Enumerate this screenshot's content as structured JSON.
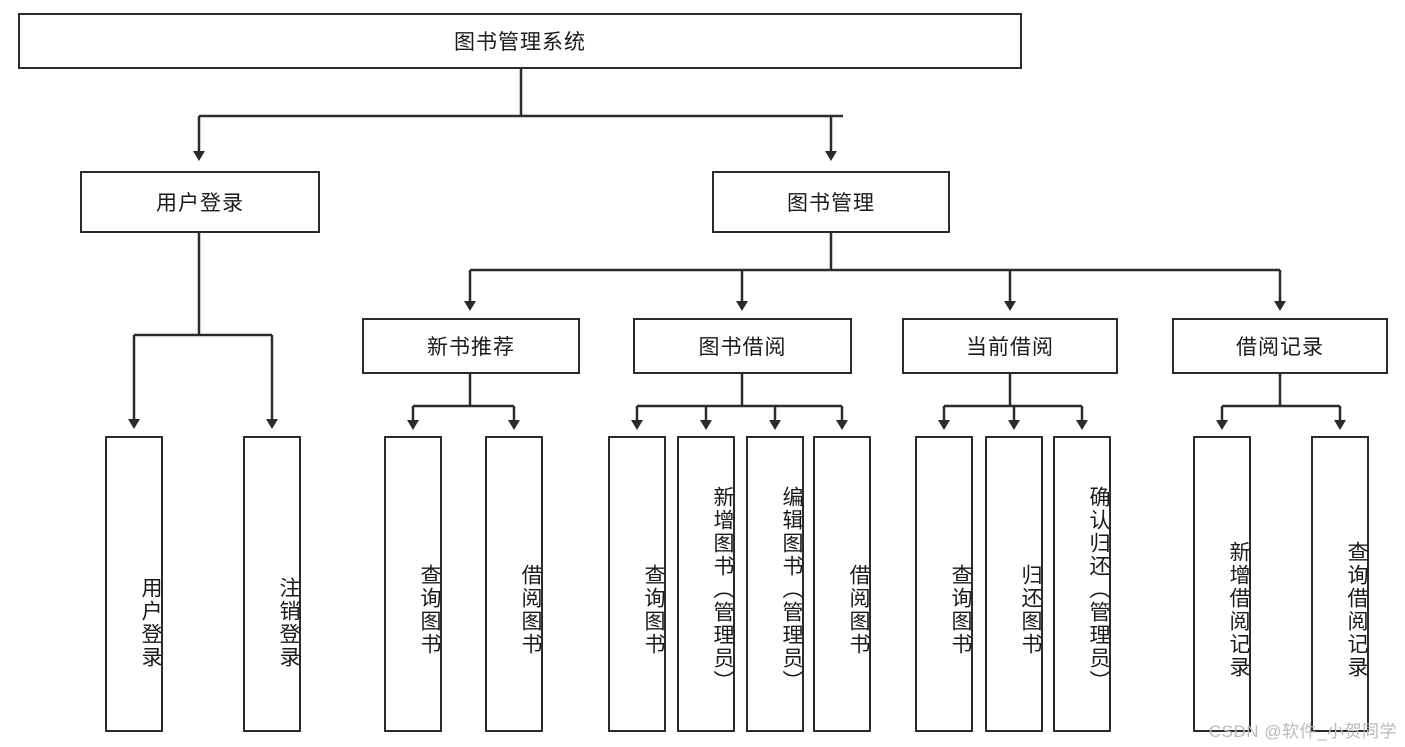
{
  "diagram": {
    "title": "图书管理系统",
    "watermark": "CSDN @软件_小贺同学",
    "colors": {
      "stroke": "#2b2b2b",
      "box_fill": "#ffffff",
      "text": "#1a1a1a",
      "watermark": "#b9b9b9",
      "background": "#ffffff"
    },
    "type": "tree-hierarchy-diagram",
    "levels": 4
  },
  "nodes": {
    "root": {
      "label": "图书管理系统"
    },
    "level2": [
      {
        "label": "用户登录"
      },
      {
        "label": "图书管理"
      }
    ],
    "level3": [
      {
        "label": "新书推荐"
      },
      {
        "label": "图书借阅"
      },
      {
        "label": "当前借阅"
      },
      {
        "label": "借阅记录"
      }
    ],
    "leaves": {
      "user_login": [
        {
          "label": "用户登录"
        },
        {
          "label": "注销登录"
        }
      ],
      "new_book_recommend": [
        {
          "label": "查询图书"
        },
        {
          "label": "借阅图书"
        }
      ],
      "book_borrow": [
        {
          "label": "查询图书"
        },
        {
          "label": "新增图书（管理员）"
        },
        {
          "label": "编辑图书（管理员）"
        },
        {
          "label": "借阅图书"
        }
      ],
      "current_borrow": [
        {
          "label": "查询图书"
        },
        {
          "label": "归还图书"
        },
        {
          "label": "确认归还（管理员）"
        }
      ],
      "borrow_record": [
        {
          "label": "新增借阅记录"
        },
        {
          "label": "查询借阅记录"
        }
      ]
    }
  }
}
